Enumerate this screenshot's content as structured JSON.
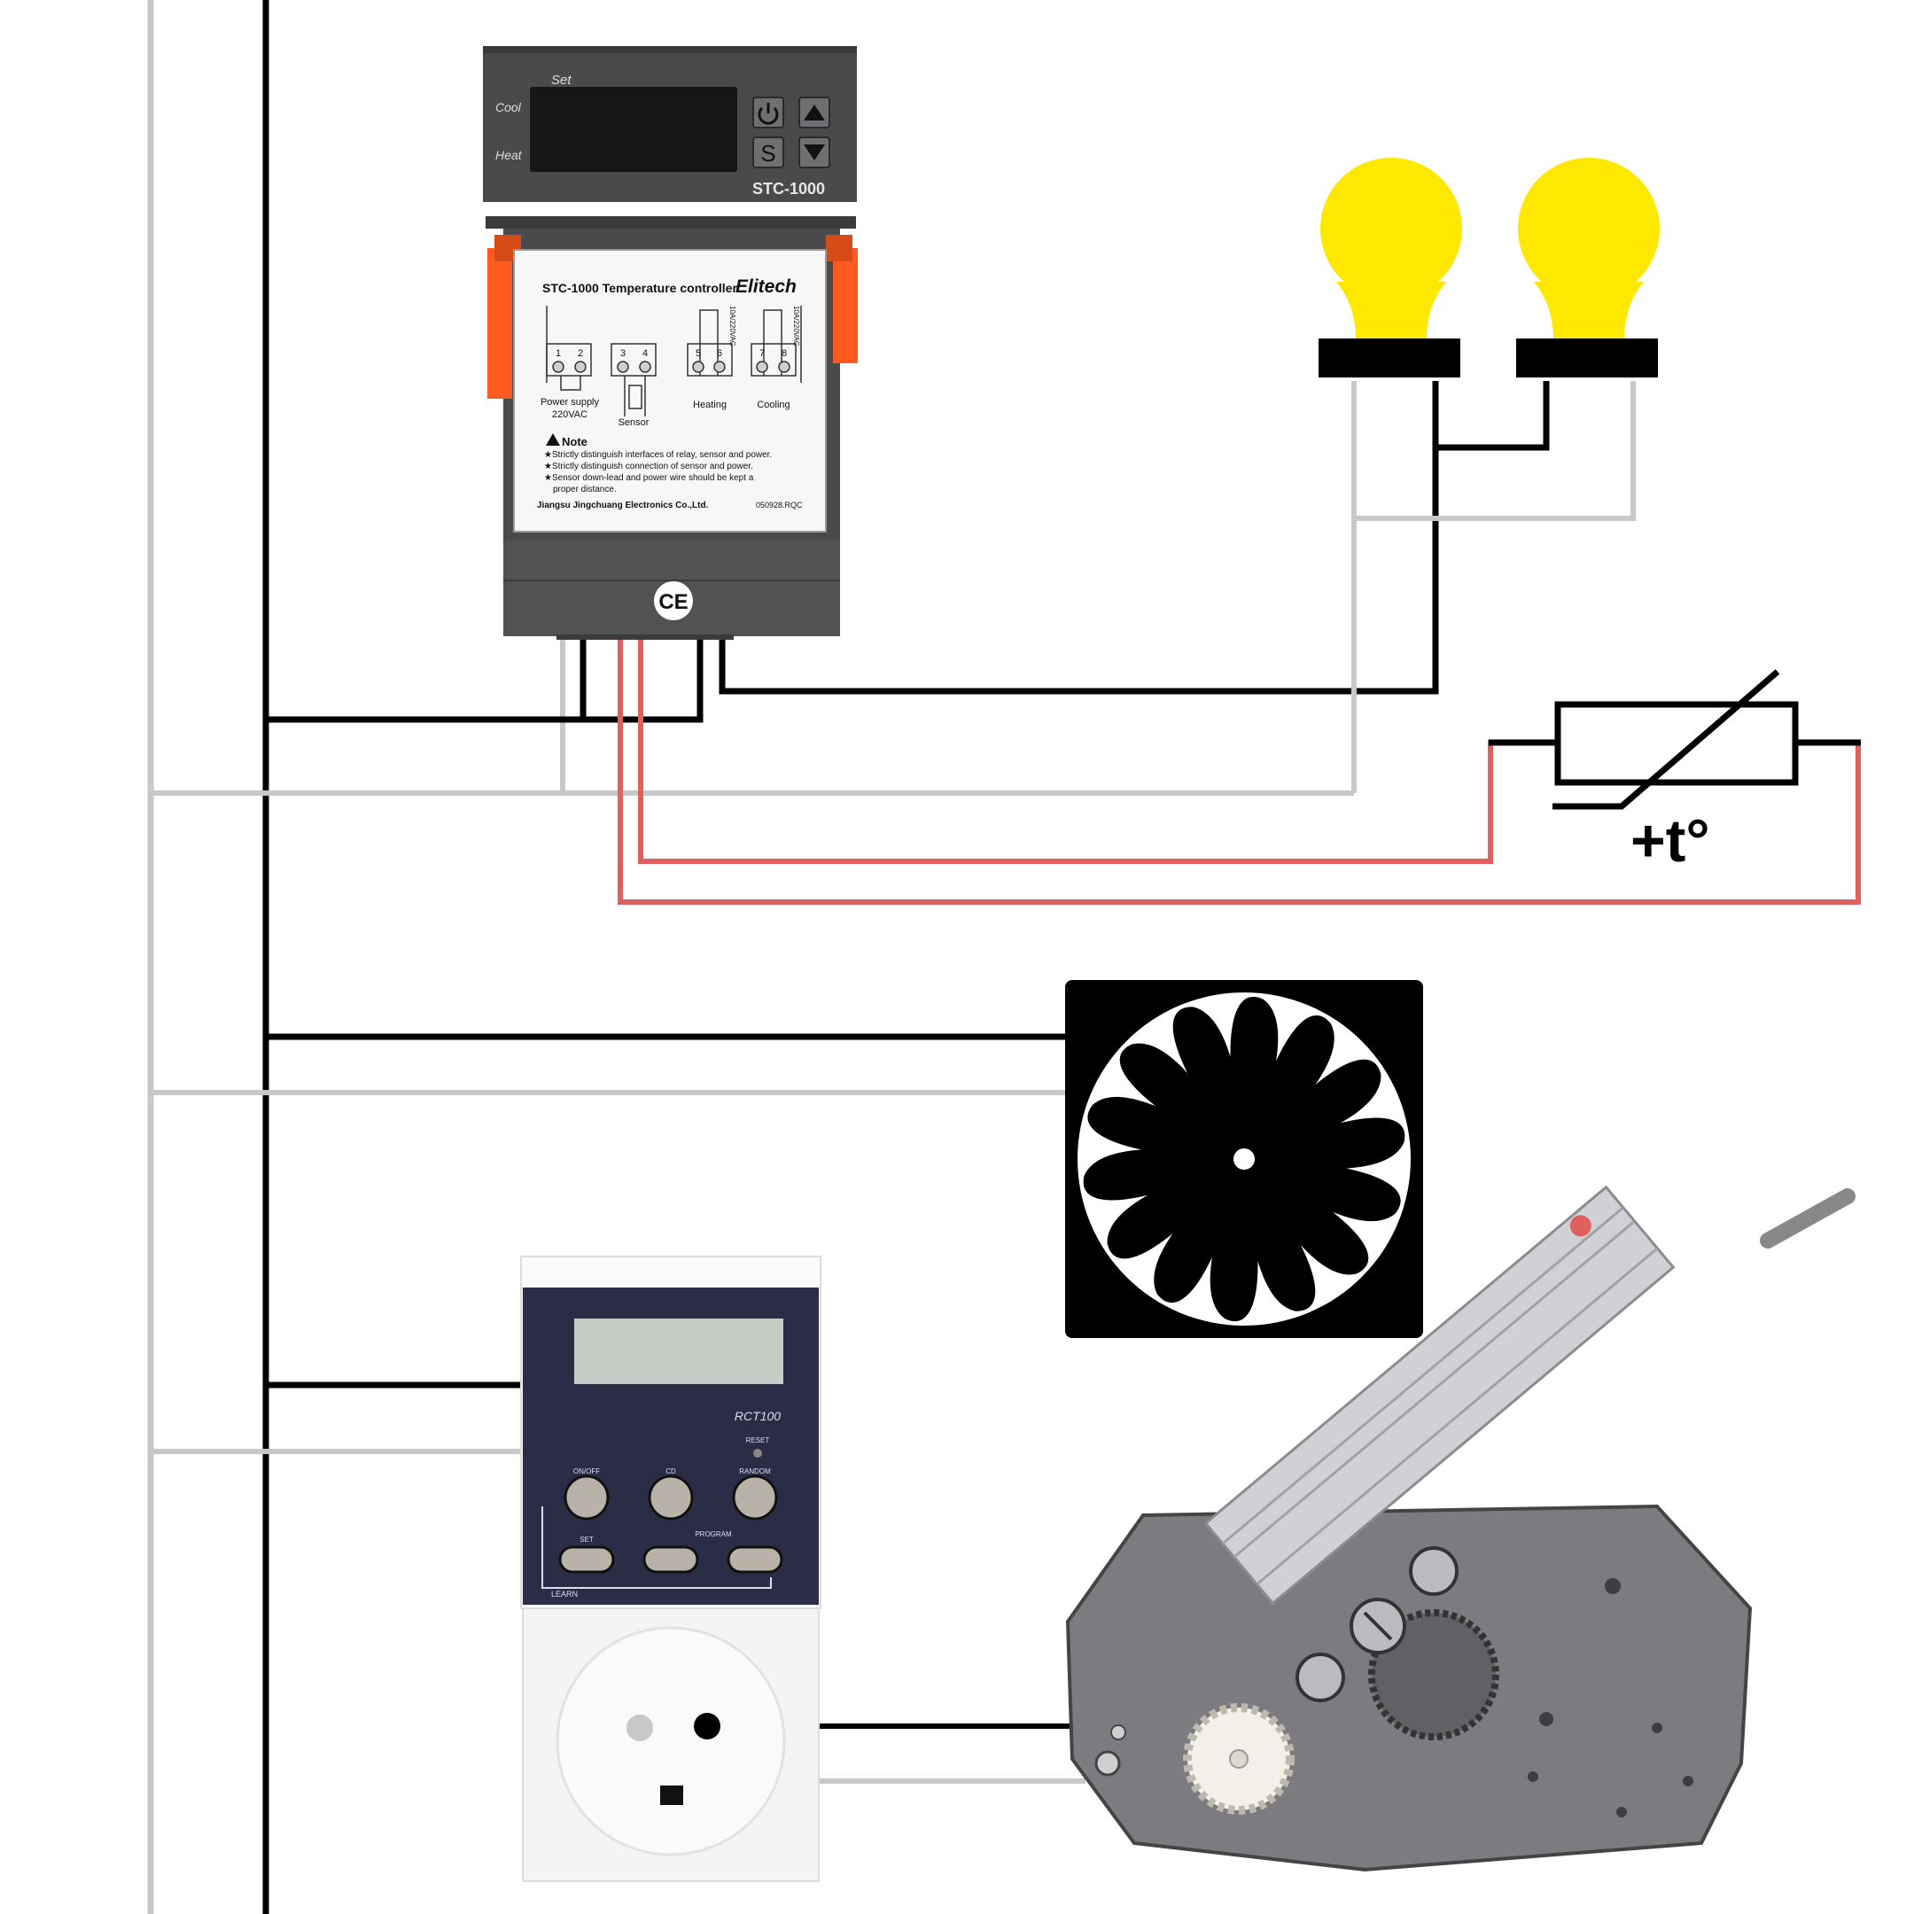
{
  "colors": {
    "live_wire": "#000000",
    "neutral_wire": "#c8c8c8",
    "sensor_wire": "#e06060",
    "lamp_bulb": "#ffe800",
    "controller_body": "#4a4a4d",
    "controller_clip": "#ff5a1f",
    "timer_body": "#2a2d45"
  },
  "controller": {
    "front_set": "Set",
    "front_cool": "Cool",
    "front_heat": "Heat",
    "model": "STC-1000",
    "label_title": "STC-1000 Temperature controller",
    "brand": "Elitech",
    "terminals": [
      "1",
      "2",
      "3",
      "4",
      "5",
      "6",
      "7",
      "8"
    ],
    "relay_rating_a": "10A/220VAC",
    "relay_rating_b": "10A/220VAC",
    "group_power": "Power supply",
    "group_power_voltage": "220VAC",
    "group_sensor": "Sensor",
    "group_heating": "Heating",
    "group_cooling": "Cooling",
    "note_title": "Note",
    "note_1": "★Strictly distinguish interfaces of relay, sensor and power.",
    "note_2": "★Strictly distinguish connection of sensor and power.",
    "note_3": "★Sensor down-lead and power wire should be kept a",
    "note_4": "proper distance.",
    "manufacturer": "Jiangsu Jingchuang Electronics Co.,Ltd.",
    "code": "050928.RQC",
    "ce_mark": "CE",
    "power_icon": "power-icon",
    "set_key": "S",
    "up_icon": "up-arrow-icon",
    "down_icon": "down-arrow-icon"
  },
  "thermistor": {
    "label": "+t°"
  },
  "fan": {
    "icon": "fan-icon"
  },
  "timer": {
    "model": "RCT100",
    "reset": "RESET",
    "on_off": "ON/OFF",
    "cd": "CD",
    "random": "RANDOM",
    "set": "SET",
    "program": "PROGRAM",
    "learn": "LEARN"
  },
  "motor": {
    "icon": "geared-motor-icon"
  }
}
